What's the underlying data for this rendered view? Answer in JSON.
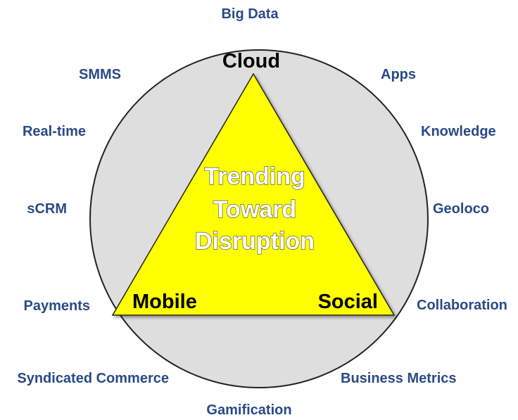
{
  "colors": {
    "circle_fill": "#dedede",
    "circle_stroke": "#222222",
    "triangle_fill": "#ffff00",
    "triangle_stroke": "#222222",
    "outer_label_color": "#2a4a86",
    "vertex_label_color": "#000000",
    "center_text_color": "#ffffff"
  },
  "vertices": {
    "top": "Cloud",
    "bottom_left": "Mobile",
    "bottom_right": "Social"
  },
  "center_text": {
    "line1": "Trending",
    "line2": "Toward",
    "line3": "Disruption"
  },
  "outer_labels": {
    "big_data": "Big Data",
    "apps": "Apps",
    "knowledge": "Knowledge",
    "geoloco": "Geoloco",
    "collaboration": "Collaboration",
    "business_metrics": "Business Metrics",
    "gamification": "Gamification",
    "syndicated_commerce": "Syndicated Commerce",
    "payments": "Payments",
    "scrm": "sCRM",
    "real_time": "Real-time",
    "smms": "SMMS"
  }
}
